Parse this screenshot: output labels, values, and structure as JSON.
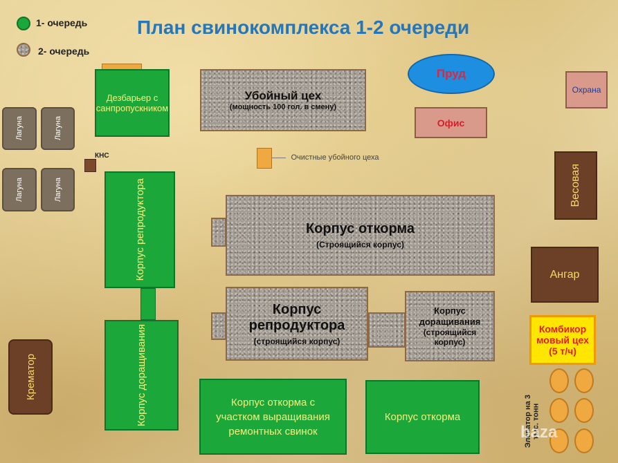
{
  "title": "План свинокомплекса 1-2 очереди",
  "legend": {
    "q1": "1- очередь",
    "q2": "2- очередь"
  },
  "colors": {
    "q1_green": "#1ca73b",
    "q2_gravel": "#a39c93",
    "title_blue": "#2676b8",
    "label_yellow": "#f6f17a",
    "pond_blue": "#1e8fe0",
    "pond_text": "#e0263d",
    "office_pink": "#d99a8c",
    "brown_building": "#6b4026",
    "feed_mill_yellow": "#ffe600",
    "feed_mill_text": "#e01f1f",
    "elevator_orange": "#f0a840"
  },
  "buildings": {
    "disinfection": "Дезбарьер с санпропускником",
    "slaughter_title": "Убойный цех",
    "slaughter_sub": "(мощность 100 гол. в смену)",
    "pond": "Пруд",
    "guard": "Охрана",
    "office": "Офис",
    "treatment_label": "Очистные убойного цеха",
    "kns": "КНС",
    "lagoon": "Лагуна",
    "weighbridge": "Весовая",
    "hangar": "Ангар",
    "feed_mill": "Комбикор мовый цех (5 т/ч)",
    "elevator": "Элеватор на 3 тыс. тонн",
    "crematorium": "Крематор",
    "repro_q1": "Корпус репродуктора",
    "rearing_q1": "Корпус доращивания",
    "fattening_q2_title": "Корпус откорма",
    "fattening_q2_sub": "(Строящийся корпус)",
    "repro_q2_title": "Корпус репродуктора",
    "repro_q2_sub": "(строящийся корпус)",
    "rearing_q2_title": "Корпус доращивания",
    "rearing_q2_sub": "(строящийся корпус)",
    "fattening_replacement": "Корпус откорма с участком выращивания ремонтных свинок",
    "fattening_q1": "Корпус откорма"
  },
  "watermark": "b⁠aza"
}
